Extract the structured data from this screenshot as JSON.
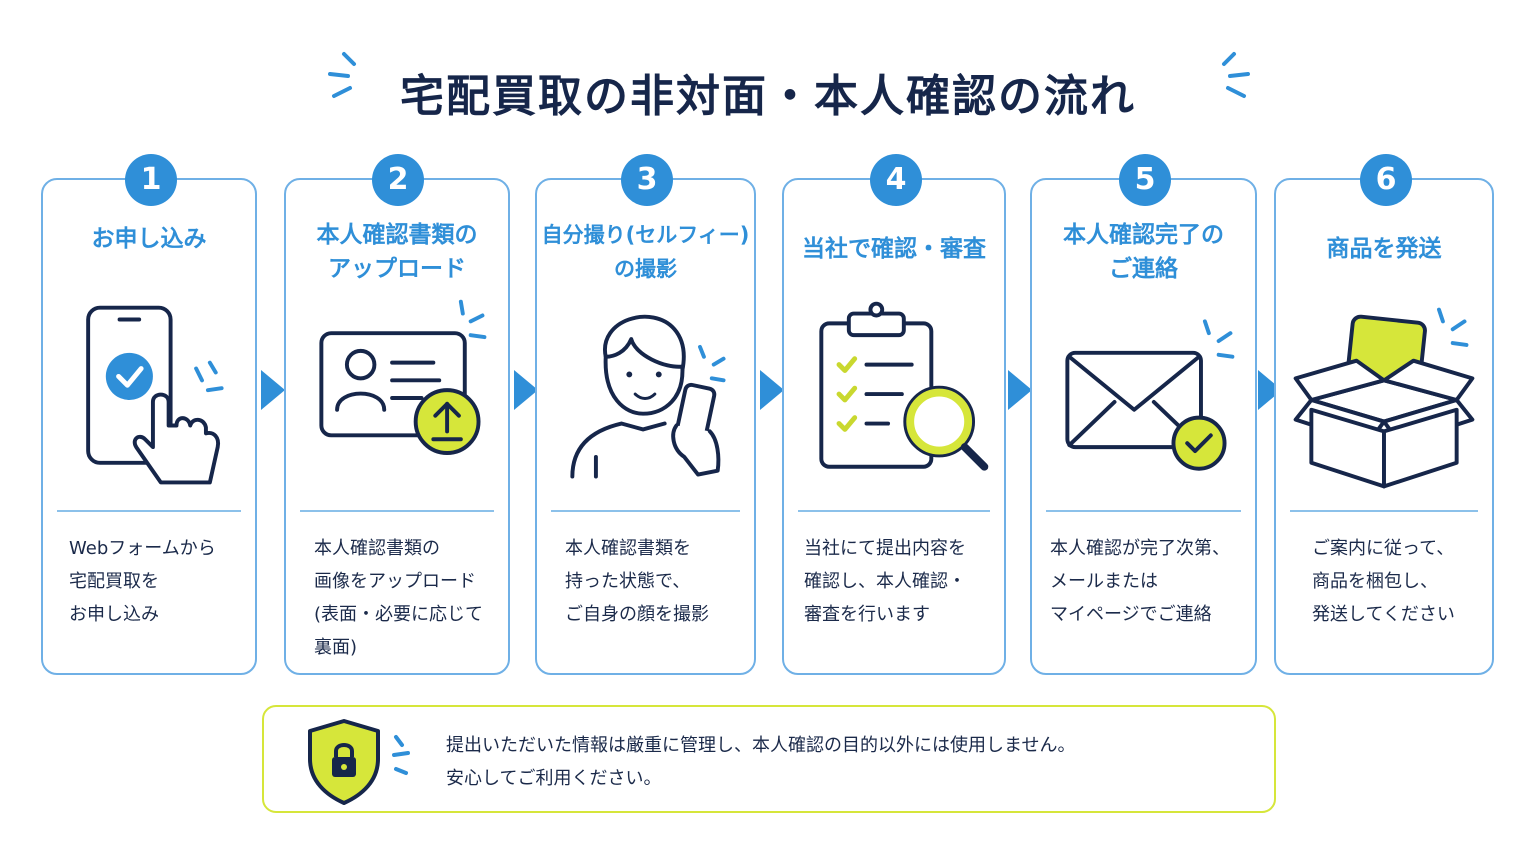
{
  "title": "宅配買取の非対面・本人確認の流れ",
  "colors": {
    "accent_blue": "#2f8fd8",
    "accent_lime": "#d6e63a",
    "navy": "#16264a"
  },
  "steps": [
    {
      "num": "1",
      "title": "お申し込み",
      "desc": "Webフォームから\n宅配買取を\nお申し込み",
      "icon": "smartphone-tap-icon"
    },
    {
      "num": "2",
      "title": "本人確認書類の\nアップロード",
      "desc": "本人確認書類の\n画像をアップロード\n(表面・必要に応じて\n裏面)",
      "icon": "id-card-upload-icon"
    },
    {
      "num": "3",
      "title": "自分撮り(セルフィー)\nの撮影",
      "desc": "本人確認書類を\n持った状態で、\nご自身の顔を撮影",
      "icon": "selfie-person-icon"
    },
    {
      "num": "4",
      "title": "当社で確認・審査",
      "desc": "当社にて提出内容を\n確認し、本人確認・\n審査を行います",
      "icon": "clipboard-magnifier-icon"
    },
    {
      "num": "5",
      "title": "本人確認完了の\nご連絡",
      "desc": "本人確認が完了次第、\nメールまたは\nマイページでご連絡",
      "icon": "envelope-check-icon"
    },
    {
      "num": "6",
      "title": "商品を発送",
      "desc": "ご案内に従って、\n商品を梱包し、\n発送してください",
      "icon": "open-box-icon"
    }
  ],
  "notice": {
    "text": "提出いただいた情報は厳重に管理し、本人確認の目的以外には使用しません。\n安心してご利用ください。",
    "icon": "shield-lock-icon"
  }
}
